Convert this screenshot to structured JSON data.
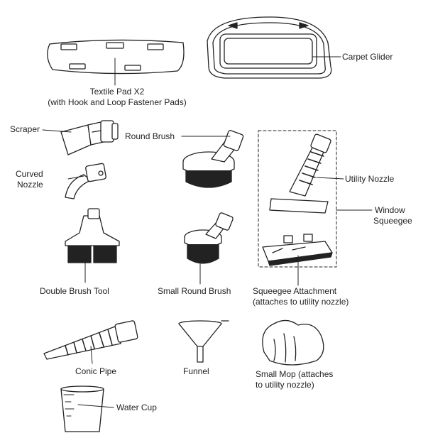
{
  "labels": {
    "textile_pad": "Textile Pad X2",
    "textile_pad_note": "(with Hook and Loop Fastener Pads)",
    "carpet_glider": "Carpet Glider",
    "scraper": "Scraper",
    "curved_nozzle_1": "Curved",
    "curved_nozzle_2": "Nozzle",
    "round_brush": "Round Brush",
    "utility_nozzle": "Utility Nozzle",
    "window_squeegee_1": "Window",
    "window_squeegee_2": "Squeegee",
    "double_brush_tool": "Double Brush Tool",
    "small_round_brush": "Small Round Brush",
    "squeegee_attachment": "Squeegee Attachment",
    "squeegee_attachment_note": "(attaches to utility nozzle)",
    "conic_pipe": "Conic Pipe",
    "funnel": "Funnel",
    "small_mop_1": "Small Mop (attaches",
    "small_mop_2": "to utility nozzle)",
    "water_cup": "Water Cup"
  }
}
